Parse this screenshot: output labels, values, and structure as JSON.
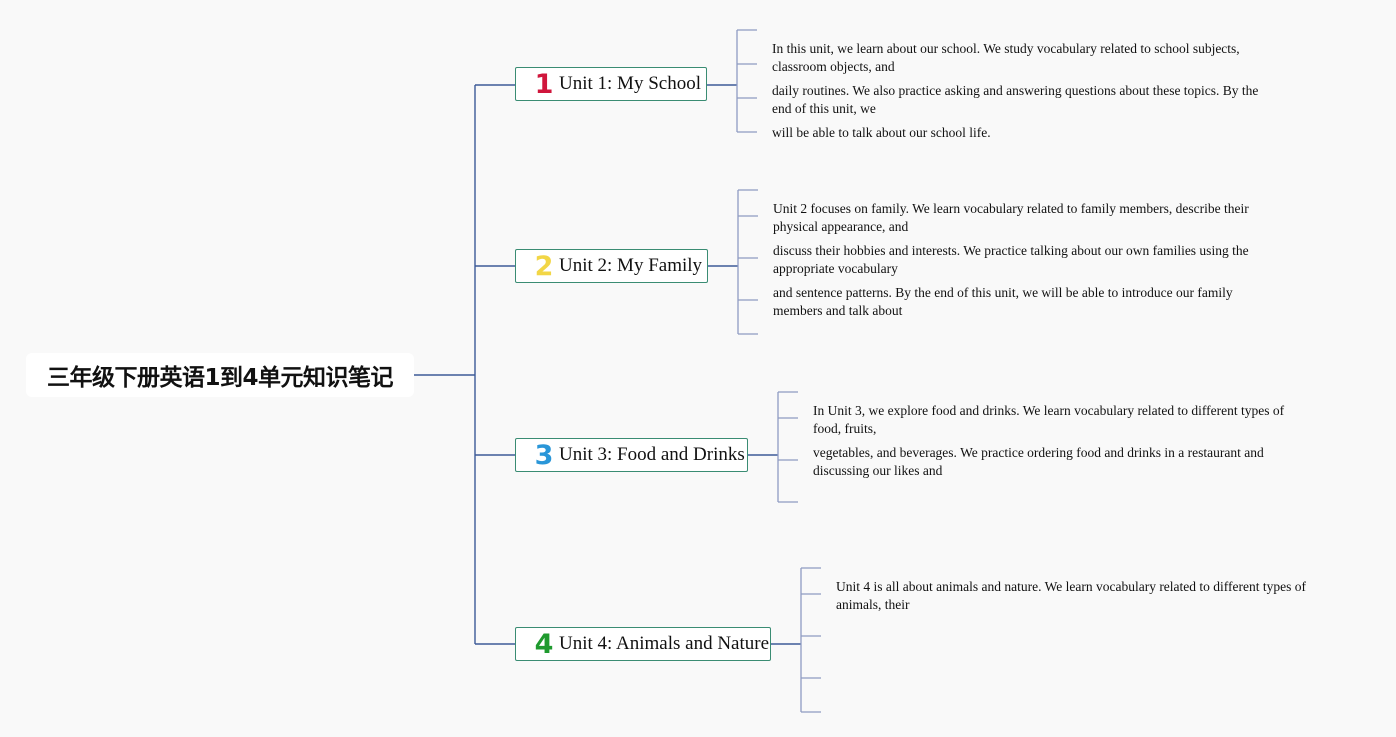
{
  "root": {
    "title": "三年级下册英语1到4单元知识笔记"
  },
  "units": [
    {
      "number": "1",
      "number_color": "#d0163c",
      "title": "Unit 1: My School",
      "notes": [
        "In this unit, we learn about our school. We study vocabulary related to school subjects, classroom objects, and",
        "daily routines. We also practice asking and answering questions about these topics. By the end of this unit, we",
        "will be able to talk about our school life."
      ]
    },
    {
      "number": "2",
      "number_color": "#f2d646",
      "title": "Unit 2: My Family",
      "notes": [
        "Unit 2 focuses on family. We learn vocabulary related to family members, describe their physical appearance, and",
        "discuss their hobbies and interests. We practice talking about our own families using the appropriate vocabulary",
        "and sentence patterns. By the end of this unit, we will be able to introduce our family members and talk about"
      ]
    },
    {
      "number": "3",
      "number_color": "#2a96d8",
      "title": "Unit 3: Food and Drinks",
      "notes": [
        "In Unit 3, we explore food and drinks. We learn vocabulary related to different types of food, fruits,",
        "vegetables, and beverages. We practice ordering food and drinks in a restaurant and discussing our likes and"
      ]
    },
    {
      "number": "4",
      "number_color": "#1f9a2e",
      "title": "Unit 4: Animals and Nature",
      "notes": [
        "Unit 4 is all about animals and nature. We learn vocabulary related to different types of animals, their"
      ]
    }
  ]
}
